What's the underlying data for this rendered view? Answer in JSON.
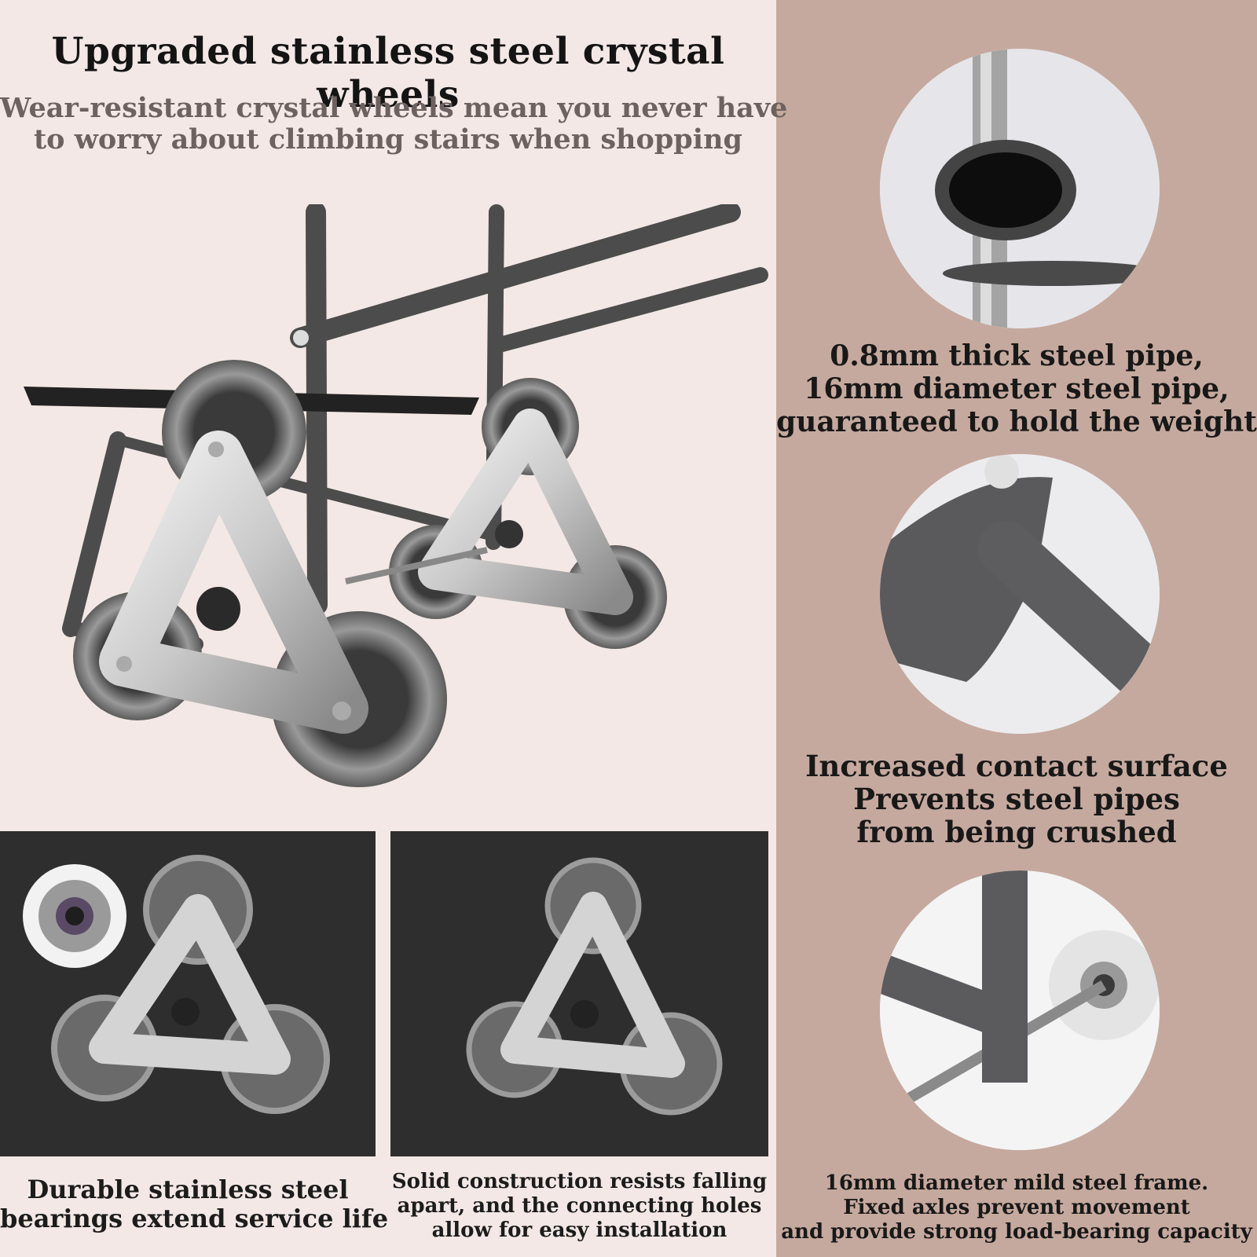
{
  "header": {
    "title": "Upgraded stainless steel crystal wheels",
    "subtitle_lines": [
      "Wear-resistant crystal wheels mean you never have",
      "to worry about climbing stairs when shopping"
    ]
  },
  "panels": {
    "bearing_caption_lines": [
      "Durable stainless steel",
      "bearings extend service life"
    ],
    "construction_caption_lines": [
      "Solid construction resists falling",
      "apart, and the connecting holes",
      "allow for easy installation"
    ]
  },
  "details": {
    "pipe_caption_lines": [
      "0.8mm thick steel pipe,",
      "16mm diameter steel pipe,",
      "guaranteed to hold the weight"
    ],
    "contact_caption_lines": [
      "Increased contact surface",
      "Prevents steel pipes",
      "from being crushed"
    ],
    "frame_caption_lines": [
      "16mm diameter mild steel frame.",
      "Fixed axles prevent movement",
      "and provide strong load-bearing capacity"
    ]
  },
  "colors": {
    "left_background": "#f3e8e5",
    "right_background": "#c6a99e",
    "panel_background": "#2e2e2e",
    "title_text": "#141414",
    "subtitle_text": "#6d6260"
  }
}
